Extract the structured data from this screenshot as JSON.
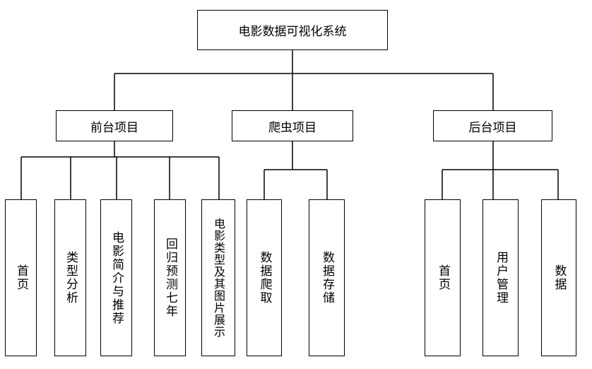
{
  "root": {
    "label": "电影数据可视化系统"
  },
  "branches": [
    {
      "label": "前台项目",
      "children": [
        "首页",
        "类型分析",
        "电影简介与推荐",
        "回归预测七年",
        "电影类型及其图片展示"
      ]
    },
    {
      "label": "爬虫项目",
      "children": [
        "数据爬取",
        "数据存储"
      ]
    },
    {
      "label": "后台项目",
      "children": [
        "首页",
        "用户管理",
        "数据"
      ]
    }
  ]
}
